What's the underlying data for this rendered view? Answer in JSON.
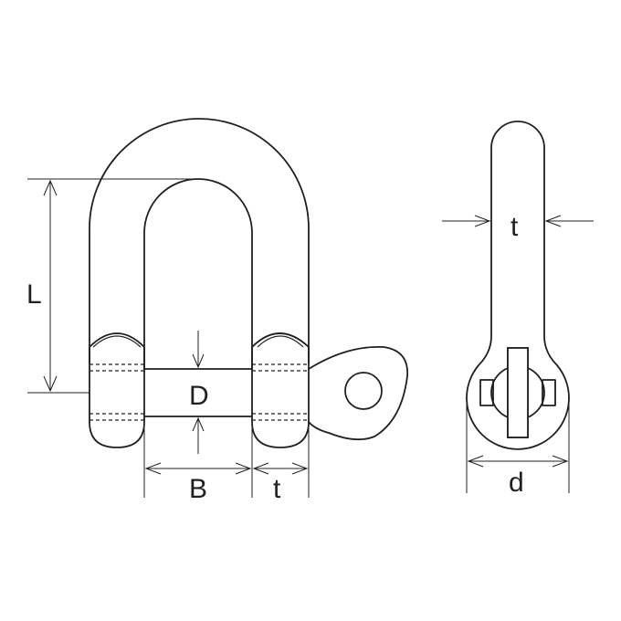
{
  "labels": {
    "L": "L",
    "D": "D",
    "B": "B",
    "t_front": "t",
    "t_side": "t",
    "d": "d"
  },
  "colors": {
    "line": "#231f20",
    "background": "#ffffff"
  }
}
